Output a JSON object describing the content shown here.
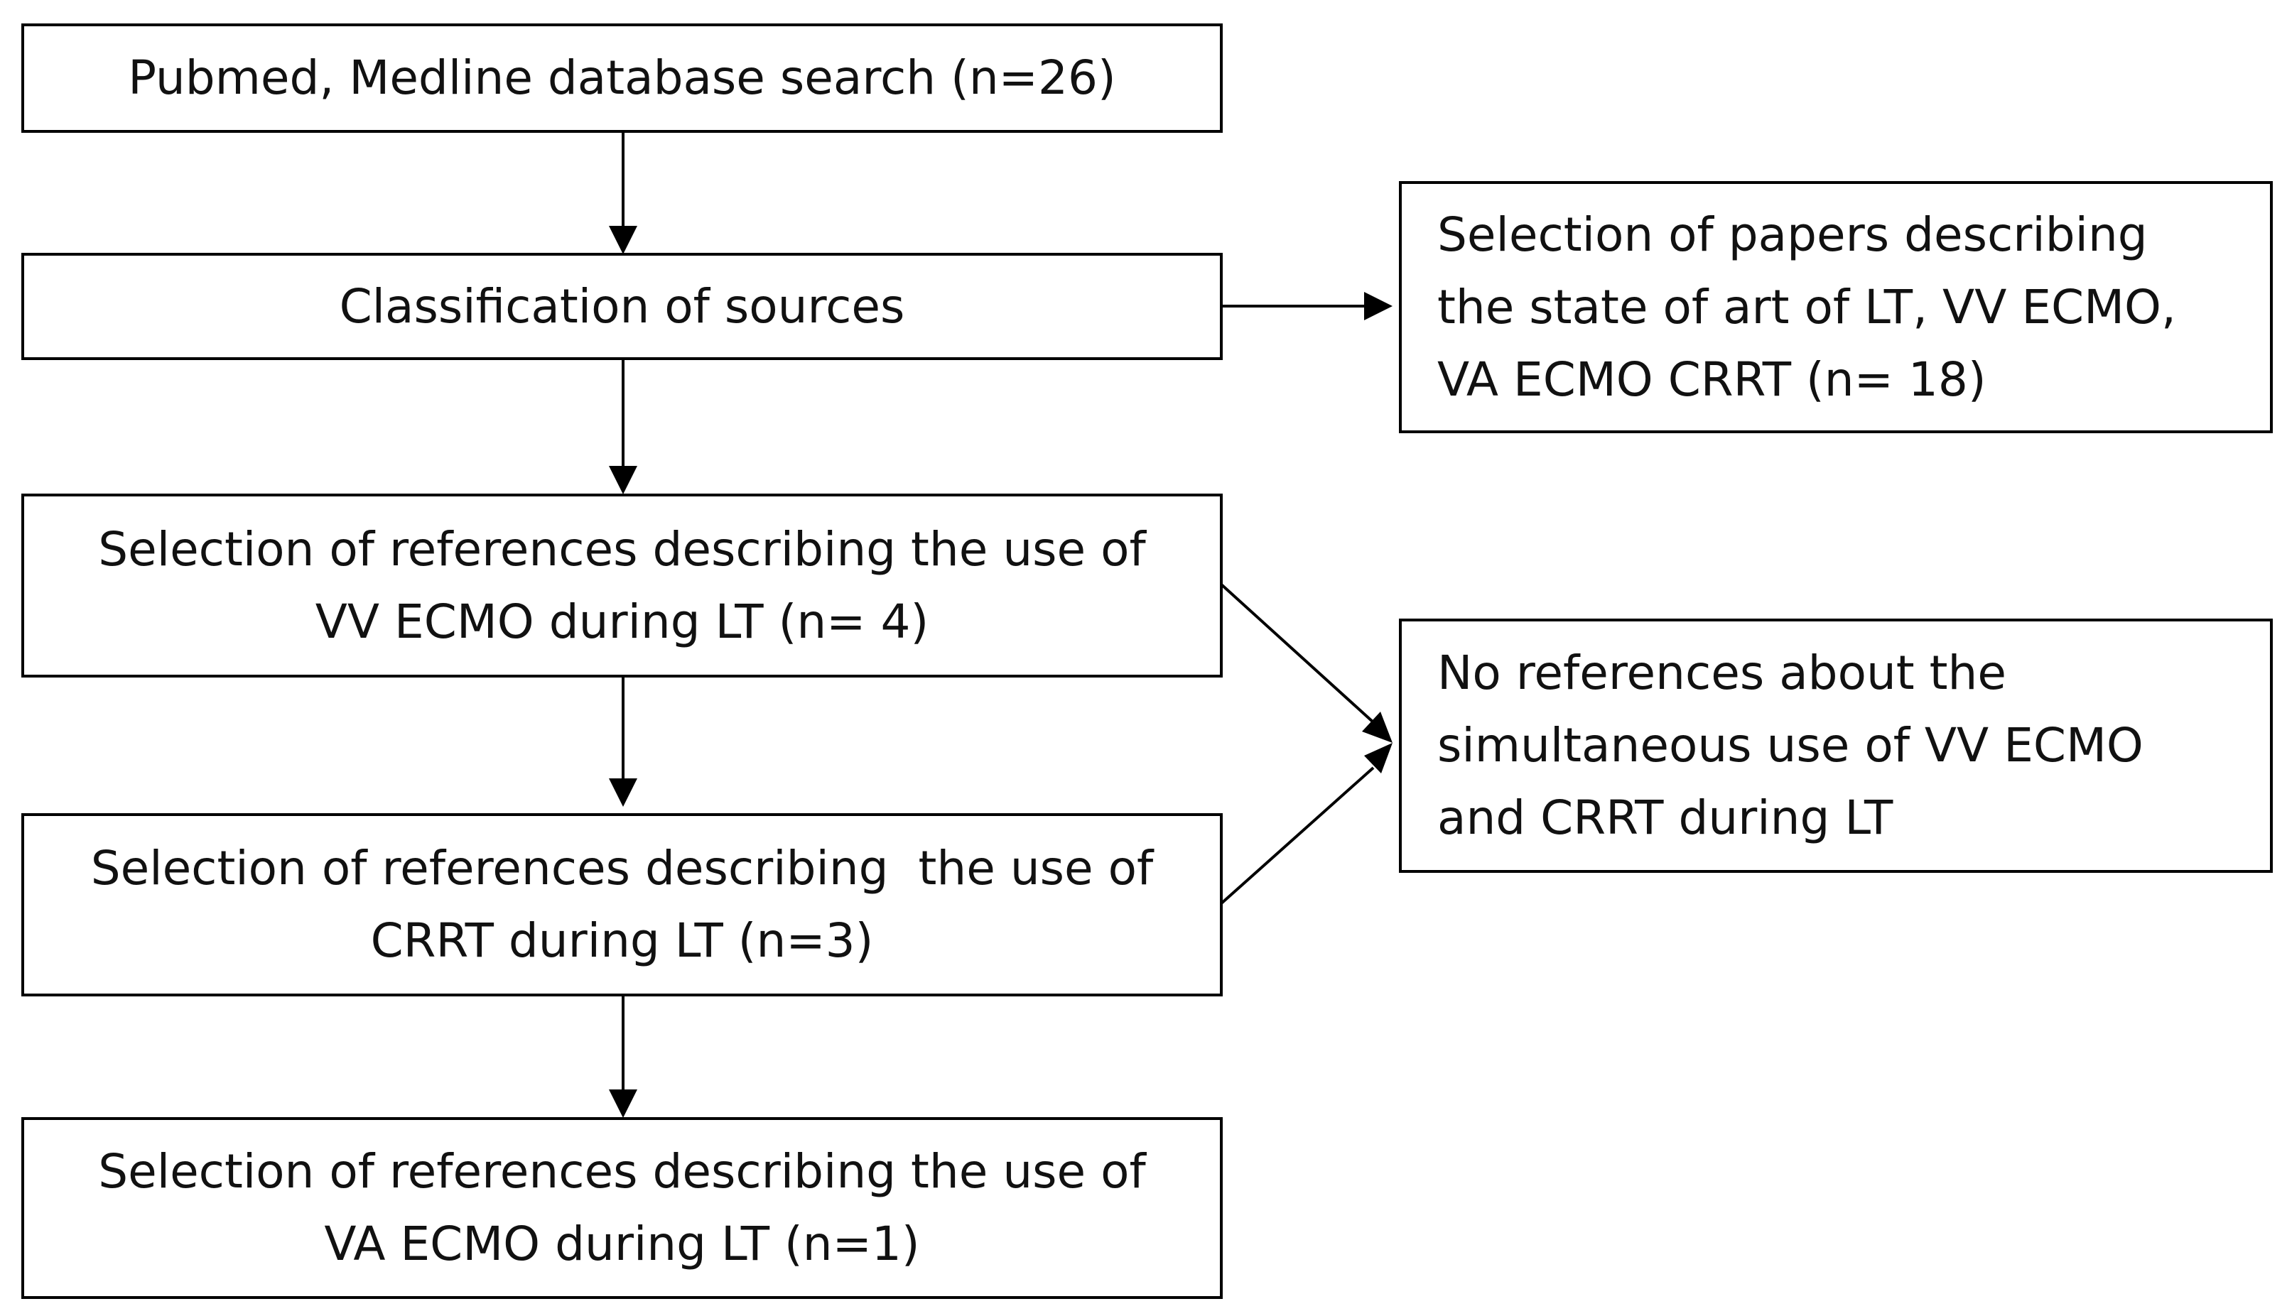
{
  "colors": {
    "stroke": "#000000",
    "text": "#111111",
    "background": "#ffffff"
  },
  "boxes": {
    "search": {
      "lines": [
        "Pubmed, Medline database search (n=26)"
      ]
    },
    "classification": {
      "lines": [
        "Classification of sources"
      ]
    },
    "papers_state_of_art": {
      "lines": [
        "Selection of papers describing",
        "the state of art of LT, VV ECMO,",
        "VA ECMO CRRT (n= 18)"
      ]
    },
    "vv_ecmo_refs": {
      "lines": [
        "Selection of references describing the use of",
        "VV ECMO during LT (n= 4)"
      ]
    },
    "crrt_refs": {
      "lines": [
        "Selection of references describing  the use of",
        "CRRT during LT (n=3)"
      ]
    },
    "no_refs": {
      "lines": [
        "No references about the",
        "simultaneous use of VV ECMO",
        "and CRRT during LT"
      ]
    },
    "va_ecmo_refs": {
      "lines": [
        "Selection of references describing the use of",
        "VA ECMO during LT (n=1)"
      ]
    }
  }
}
